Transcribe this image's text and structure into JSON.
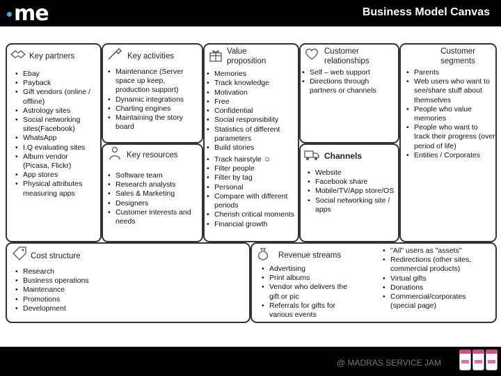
{
  "header": {
    "logo": "me",
    "title": "Business Model Canvas"
  },
  "key_partners": {
    "heading": "Key partners",
    "items": [
      "Ebay",
      "Payback",
      "Gift vendors (online / offline)",
      "Astrology sites",
      "Social networking sites(Facebook)",
      "WhatsApp",
      "I.Q evaluating sites",
      "Album vendor (Picasa, Flickr)",
      "App stores",
      "Physical attributes measuring apps"
    ]
  },
  "key_activities": {
    "heading": "Key activities",
    "items": [
      "Maintenance (Server space up keep, production support)",
      "Dynamic integrations",
      "Charting engines",
      "Maintaining the story board"
    ]
  },
  "key_resources": {
    "heading": "Key resources",
    "items": [
      "Software team",
      "Research analysts",
      "Sales & Marketing",
      "Designers",
      "Customer interests and needs"
    ]
  },
  "value_proposition": {
    "heading": "Value proposition",
    "items": [
      "Memories",
      "Track knowledge",
      "Motivation",
      "Free",
      "Confidential",
      "Social responsibility",
      "Statistics of different parameters",
      "Build stories",
      "Track hairstyle ☺",
      "Filter people",
      "Filter by tag",
      "Personal",
      "Compare with different periods",
      "Cherish critical moments",
      "Financial growth"
    ]
  },
  "customer_relationships": {
    "heading": "Customer relationships",
    "items": [
      "Self – web support",
      "Directions through partners or channels"
    ]
  },
  "channels": {
    "heading": "Channels",
    "items": [
      "Website",
      "Facebook share",
      "Mobile/TV/App store/OS",
      "Social networking site / apps"
    ]
  },
  "customer_segments": {
    "heading": "Customer segments",
    "items": [
      "Parents",
      "Web users who want to see/share stuff about themselves",
      "People who value memories",
      "People who want to track their progress (over period of life)",
      "Entities / Corporates",
      "\"All\" users as \"assets\"",
      "Redirections (other sites, commercial products)",
      "Virtual gifts",
      "Donations",
      "Commercial/corporates (special page)"
    ]
  },
  "cost_structure": {
    "heading": "Cost structure",
    "items": [
      "Research",
      "Business operations",
      "Maintenance",
      "Promotions",
      "Development"
    ]
  },
  "revenue_streams": {
    "heading": "Revenue streams",
    "items": [
      "Advertising",
      "Print albums",
      "Vendor who delivers the gift or pic",
      "Referrals for gifts for various events"
    ]
  },
  "footer": {
    "credit": "@ MADRAS SERVICE JAM"
  },
  "colors": {
    "accent": "#4da6e8",
    "jar_pink": "#d14b8f"
  }
}
